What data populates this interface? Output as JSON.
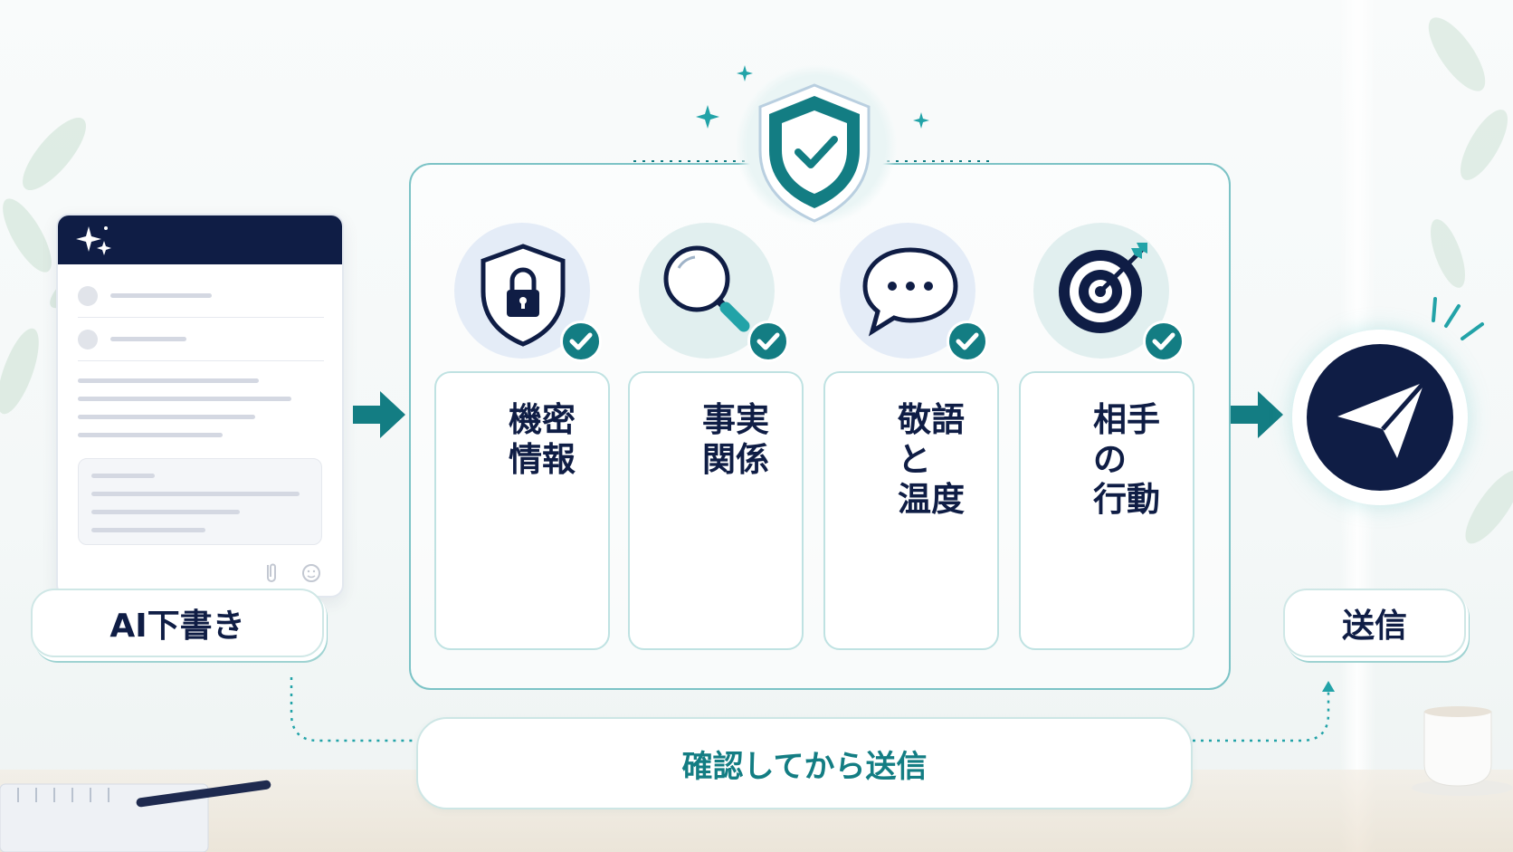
{
  "draft": {
    "label": "AI下書き"
  },
  "checks": [
    {
      "label": "機密\n情報",
      "icon": "lock-shield-icon"
    },
    {
      "label": "事実\n関係",
      "icon": "magnifier-icon"
    },
    {
      "label": "敬語と\n温度",
      "icon": "speech-bubble-icon"
    },
    {
      "label": "相手の\n行動",
      "icon": "target-icon"
    }
  ],
  "send": {
    "label": "送信"
  },
  "confirm": {
    "label": "確認してから送信"
  },
  "colors": {
    "navy": "#0f1d45",
    "teal": "#137d83",
    "light_teal": "#7cc3c6"
  }
}
